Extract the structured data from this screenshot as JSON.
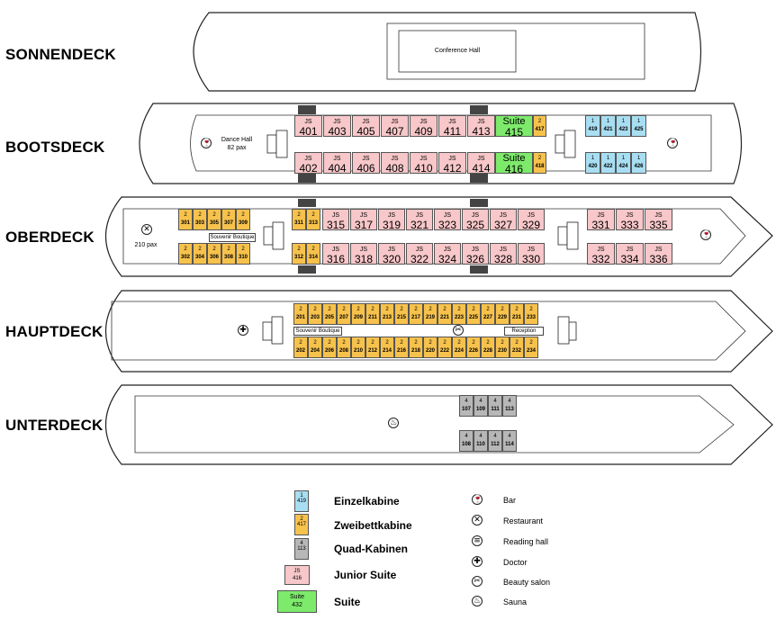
{
  "decks": {
    "sonnendeck": "SONNENDECK",
    "bootsdeck": "BOOTSDECK",
    "oberdeck": "OBERDECK",
    "hauptdeck": "HAUPTDECK",
    "unterdeck": "UNTERDECK"
  },
  "areas": {
    "conference_hall": "Conference Hall",
    "dance_hall": "Dance Hall",
    "dance_hall_pax": "82 pax",
    "restaurant_pax": "210 pax",
    "souvenir_oberdeck": "Souvenir Boutique",
    "souvenir_hauptdeck": "Souvenir Boutique",
    "reception": "Reception"
  },
  "cabins": {
    "boots_js_top": [
      "401",
      "403",
      "405",
      "407",
      "409",
      "411",
      "413"
    ],
    "boots_js_bottom": [
      "402",
      "404",
      "406",
      "408",
      "410",
      "412",
      "414"
    ],
    "boots_suite_top": "415",
    "boots_suite_bottom": "416",
    "boots_z_top": "417",
    "boots_z_bottom": "418",
    "boots_e_top": [
      "419",
      "421",
      "423",
      "425"
    ],
    "boots_e_bottom": [
      "420",
      "422",
      "424",
      "426"
    ],
    "ober_z_top_left": [
      "301",
      "303",
      "305",
      "307",
      "309"
    ],
    "ober_z_bottom_left": [
      "302",
      "304",
      "306",
      "308",
      "310"
    ],
    "ober_z_top_mid": [
      "311",
      "313"
    ],
    "ober_z_bottom_mid": [
      "312",
      "314"
    ],
    "ober_js_top": [
      "315",
      "317",
      "319",
      "321",
      "323",
      "325",
      "327",
      "329"
    ],
    "ober_js_bottom": [
      "316",
      "318",
      "320",
      "322",
      "324",
      "326",
      "328",
      "330"
    ],
    "ober_js_top_right": [
      "331",
      "333",
      "335"
    ],
    "ober_js_bottom_right": [
      "332",
      "334",
      "336"
    ],
    "haupt_z_top": [
      "201",
      "203",
      "205",
      "207",
      "209",
      "211",
      "213",
      "215",
      "217",
      "219",
      "221",
      "223",
      "225",
      "227",
      "229",
      "231",
      "233"
    ],
    "haupt_z_bottom": [
      "202",
      "204",
      "206",
      "208",
      "210",
      "212",
      "214",
      "216",
      "218",
      "220",
      "222",
      "224",
      "226",
      "228",
      "230",
      "232",
      "234"
    ],
    "unter_q_top": [
      "107",
      "109",
      "111",
      "113"
    ],
    "unter_q_bottom": [
      "108",
      "110",
      "112",
      "114"
    ],
    "type_js": "JS",
    "type_suite": "Suite",
    "type_z": "2",
    "type_e": "1",
    "type_q": "4"
  },
  "legend": {
    "einzelkabine": "Einzelkabine",
    "zweibettkabine": "Zweibettkabine",
    "quad": "Quad-Kabinen",
    "junior_suite": "Junior Suite",
    "suite": "Suite",
    "sample_e_type": "1",
    "sample_e_num": "419",
    "sample_z_type": "2",
    "sample_z_num": "417",
    "sample_q_type": "4",
    "sample_q_num": "113",
    "sample_js_type": "JS",
    "sample_js_num": "416",
    "sample_s_type": "Suite",
    "sample_s_num": "432",
    "bar": "Bar",
    "restaurant": "Restaurant",
    "reading_hall": "Reading hall",
    "doctor": "Doctor",
    "beauty_salon": "Beauty salon",
    "sauna": "Sauna"
  },
  "colors": {
    "junior_suite": "#f7c7c9",
    "zweibett": "#f7c24c",
    "einzel": "#a8def2",
    "quad": "#b7b7b7",
    "suite": "#7dea6b"
  },
  "icons": [
    "bar-icon",
    "restaurant-icon",
    "reading-hall-icon",
    "doctor-icon",
    "beauty-salon-icon",
    "sauna-icon"
  ]
}
